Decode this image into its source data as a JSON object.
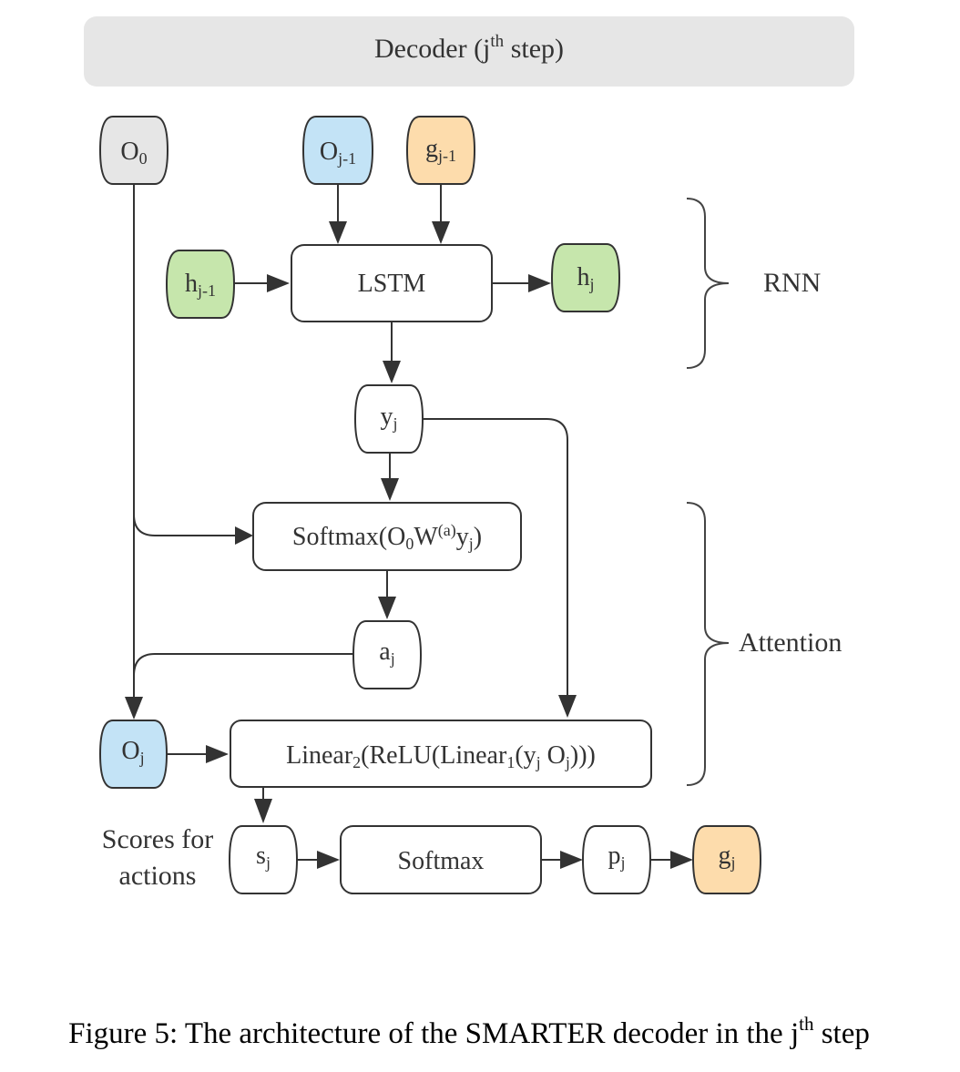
{
  "header": {
    "title": "Decoder (j",
    "title_sup": "th",
    "title_end": " step)"
  },
  "colors": {
    "header_bg": "#e6e6e6",
    "gray": "#e6e6e6",
    "blue": "#c3e3f6",
    "orange": "#fddcac",
    "green": "#c6e6ac",
    "white": "#ffffff",
    "stroke": "#333333"
  },
  "nodes": {
    "o0": {
      "base": "O",
      "sub": "0"
    },
    "oj_prev": {
      "base": "O",
      "sub": "j-1"
    },
    "gj_prev": {
      "base": "g",
      "sub": "j-1"
    },
    "hj_prev": {
      "base": "h",
      "sub": "j-1"
    },
    "lstm": {
      "label": "LSTM"
    },
    "hj": {
      "base": "h",
      "sub": "j"
    },
    "yj": {
      "base": "y",
      "sub": "j"
    },
    "softmax_attn": {
      "p1": "Softmax(O",
      "s1": "0",
      "p2": "W",
      "sup": "(a)",
      "p3": "y",
      "s2": "j",
      "p4": ")"
    },
    "aj": {
      "base": "a",
      "sub": "j"
    },
    "oj": {
      "base": "O",
      "sub": "j"
    },
    "linear": {
      "p1": "Linear",
      "s1": "2",
      "p2": "(ReLU(Linear",
      "s2": "1",
      "p3": "(y",
      "s3": "j",
      "p4": " O",
      "s4": "j",
      "p5": ")))"
    },
    "sj": {
      "base": "s",
      "sub": "j"
    },
    "softmax": {
      "label": "Softmax"
    },
    "pj": {
      "base": "p",
      "sub": "j"
    },
    "gj": {
      "base": "g",
      "sub": "j"
    }
  },
  "labels": {
    "rnn": "RNN",
    "attention": "Attention",
    "scores_line1": "Scores for",
    "scores_line2": "actions"
  },
  "caption": {
    "text": "Figure 5: The architecture of the SMARTER decoder in the j",
    "sup": "th",
    "end": " step"
  }
}
